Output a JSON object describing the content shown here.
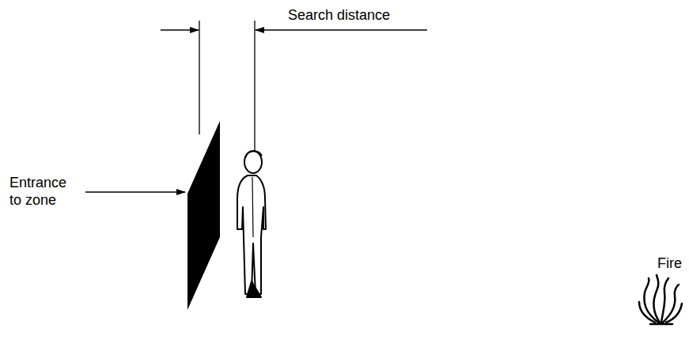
{
  "diagram": {
    "labels": [
      "Search distance",
      "Entrance to zone",
      "Fire"
    ]
  }
}
